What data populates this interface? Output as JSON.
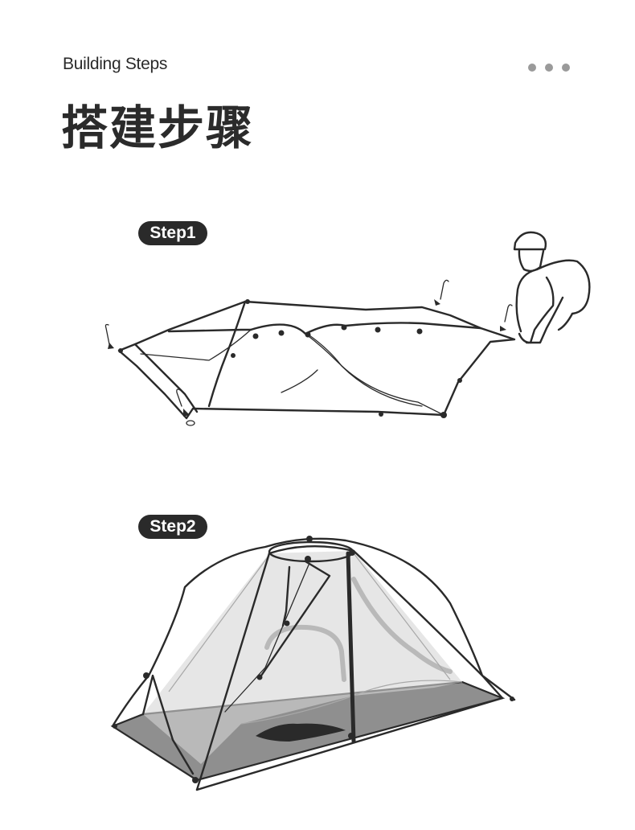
{
  "header": {
    "subtitle": "Building Steps",
    "title": "搭建步骤",
    "dots_color": "#9a9a9a"
  },
  "steps": [
    {
      "label": "Step1",
      "illustration": "tent-layout-stake-corners"
    },
    {
      "label": "Step2",
      "illustration": "tent-inner-frame-assembled"
    }
  ],
  "colors": {
    "ink": "#2a2a2a",
    "pill_bg": "#2a2a2a",
    "floor": "#8f8f8f",
    "mesh": "#d8d8d8"
  }
}
